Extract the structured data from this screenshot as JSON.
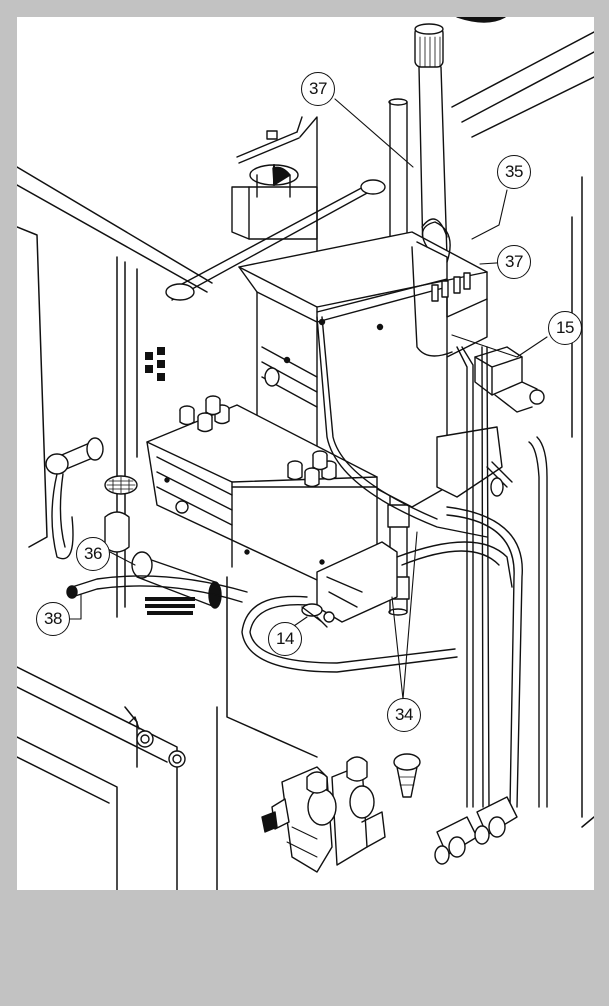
{
  "callouts": {
    "c37_top": "37",
    "c35": "35",
    "c37_right": "37",
    "c15": "15",
    "c36": "36",
    "c38": "38",
    "c14": "14",
    "c34": "34"
  }
}
